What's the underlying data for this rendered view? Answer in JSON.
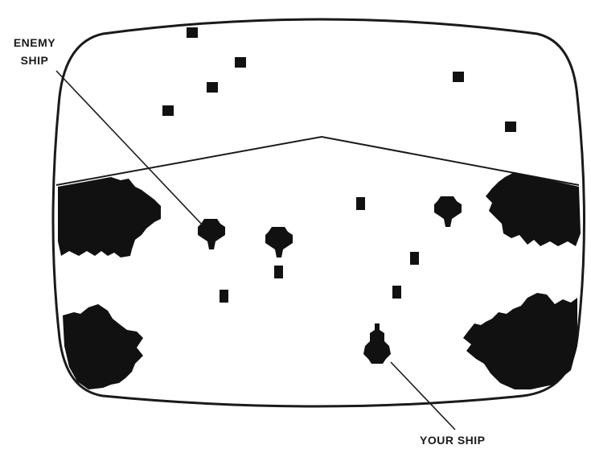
{
  "callouts": {
    "enemy_ship_line1": "ENEMY",
    "enemy_ship_line2": "SHIP",
    "your_ship": "YOUR SHIP"
  },
  "colors": {
    "ink": "#111111",
    "screen": "#ffffff",
    "bezel_outline": "#1a1a1a"
  },
  "scene": {
    "elements": [
      "tv-screen-bezel",
      "horizon-line",
      "enemy-ship",
      "enemy-ship-2",
      "enemy-ship-3",
      "player-ship",
      "missiles",
      "terrain-blocks"
    ]
  }
}
